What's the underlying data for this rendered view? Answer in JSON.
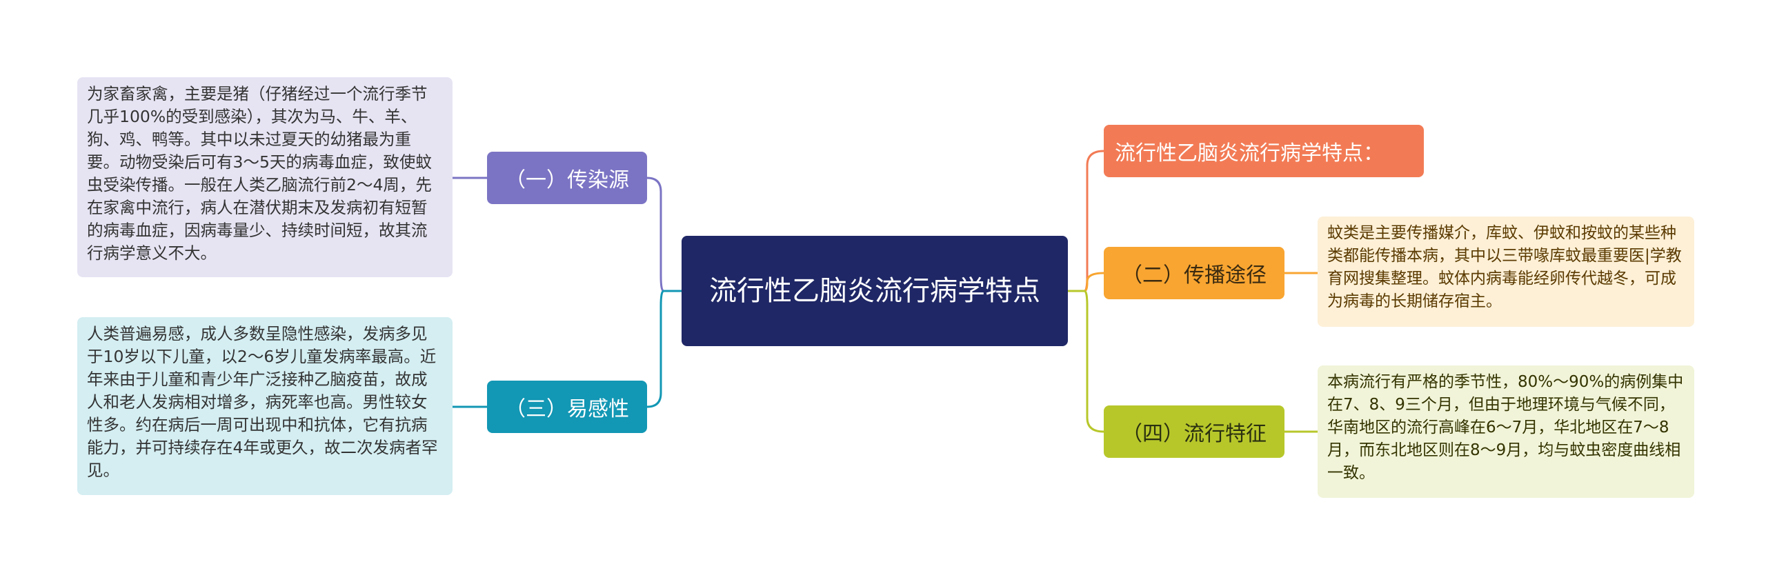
{
  "colors": {
    "center": "#1f2766",
    "source": "#7b74c4",
    "susceptible": "#1297b4",
    "features": "#f27b55",
    "route": "#f8a531",
    "epidemic": "#b7c72a"
  },
  "center": {
    "title": "流行性乙脑炎流行病学特点"
  },
  "branches": {
    "features": {
      "label": "流行性乙脑炎流行病学特点："
    },
    "source": {
      "label": "（一）传染源",
      "detail": "为家畜家禽，主要是猪（仔猪经过一个流行季节几乎100%的受到感染），其次为马、牛、羊、狗、鸡、鸭等。其中以未过夏天的幼猪最为重要。动物受染后可有3～5天的病毒血症，致使蚊虫受染传播。一般在人类乙脑流行前2～4周，先在家禽中流行，病人在潜伏期末及发病初有短暂的病毒血症，因病毒量少、持续时间短，故其流行病学意义不大。"
    },
    "route": {
      "label": "（二）传播途径",
      "detail": "蚊类是主要传播媒介，库蚊、伊蚊和按蚊的某些种类都能传播本病，其中以三带喙库蚊最重要医|学教育网搜集整理。蚊体内病毒能经卵传代越冬，可成为病毒的长期储存宿主。"
    },
    "susceptible": {
      "label": "（三）易感性",
      "detail": "人类普遍易感，成人多数呈隐性感染，发病多见于10岁以下儿童，以2～6岁儿童发病率最高。近年来由于儿童和青少年广泛接种乙脑疫苗，故成人和老人发病相对增多，病死率也高。男性较女性多。约在病后一周可出现中和抗体，它有抗病能力，并可持续存在4年或更久，故二次发病者罕见。"
    },
    "epidemic": {
      "label": "（四）流行特征",
      "detail": "本病流行有严格的季节性，80%～90%的病例集中在7、8、9三个月，但由于地理环境与气候不同，华南地区的流行高峰在6～7月，华北地区在7～8月，而东北地区则在8～9月，均与蚊虫密度曲线相一致。"
    }
  }
}
